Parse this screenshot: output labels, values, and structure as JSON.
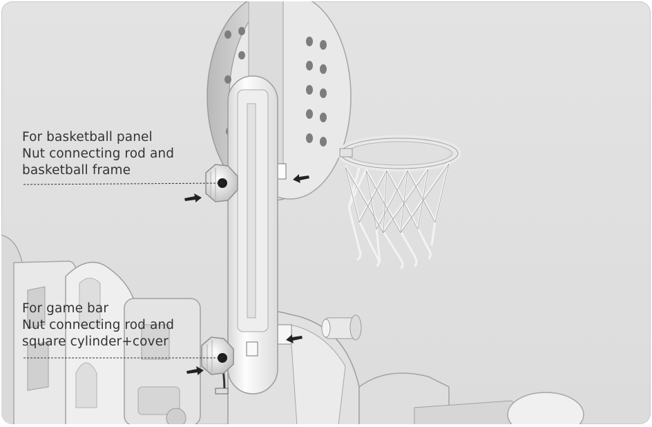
{
  "annotations": {
    "basketball_panel": {
      "line1": "For basketball panel",
      "line2": "Nut connecting rod and",
      "line3": "basketball frame"
    },
    "game_bar": {
      "line1": "For game bar",
      "line2": "Nut connecting rod and",
      "line3": "square cylinder+cover"
    }
  },
  "colors": {
    "background": "#dcdcdc",
    "plastic": "#f4f4f4",
    "plastic_shadow": "#bdbdbd",
    "arrow": "#222222",
    "caption_text": "#333333"
  }
}
